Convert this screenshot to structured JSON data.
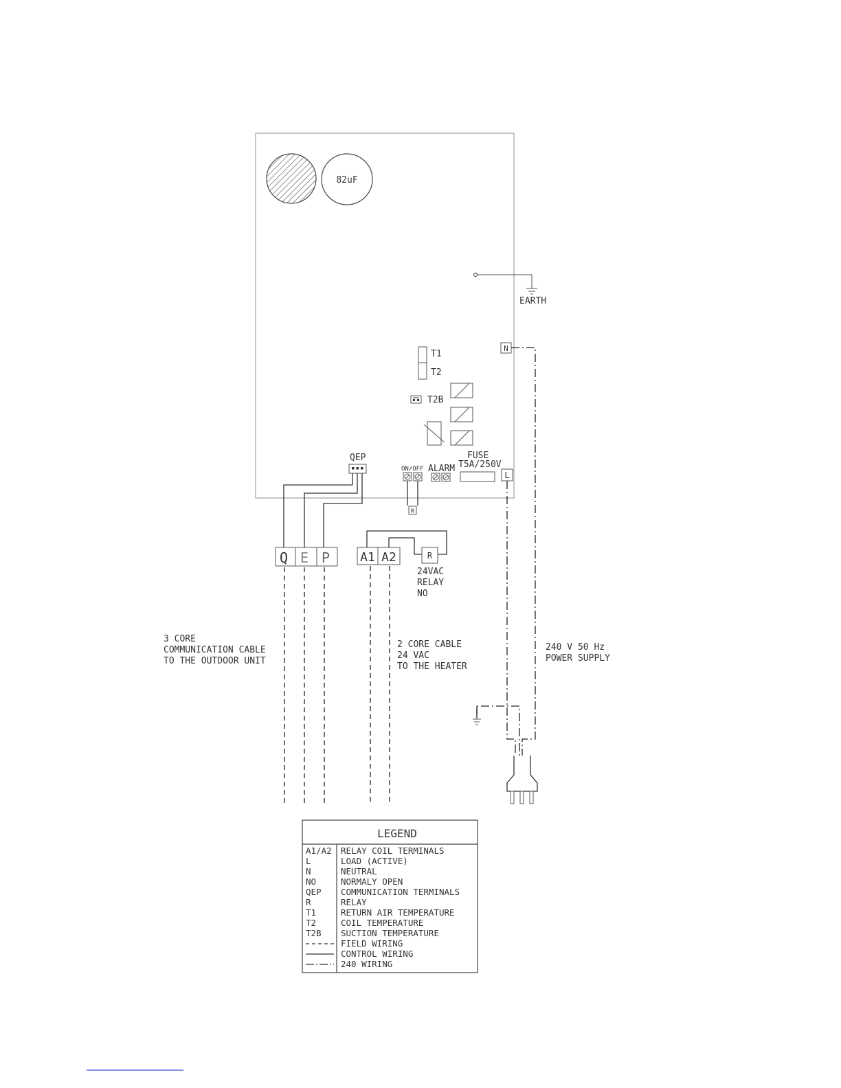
{
  "board": {
    "capacitor_label": "82uF",
    "earth_label": "EARTH",
    "terminal_n": "N",
    "terminal_l": "L",
    "t1_label": "T1",
    "t2_label": "T2",
    "t2b_label": "T2B",
    "qep_label": "QEP",
    "onoff_label": "ON/OFF",
    "alarm_label": "ALARM",
    "fuse_label": "FUSE",
    "fuse_rating": "T5A/250V",
    "relay_small_label": "R"
  },
  "terminals": {
    "qep_blocks": [
      "Q",
      "E",
      "P"
    ],
    "a_blocks": [
      "A1",
      "A2"
    ],
    "relay_label": "R",
    "relay_desc": [
      "24VAC",
      "RELAY",
      "NO"
    ]
  },
  "annotations": {
    "comm_cable": [
      "3 CORE",
      "COMMUNICATION CABLE",
      "TO THE OUTDOOR UNIT"
    ],
    "heater_cable": [
      "2 CORE CABLE",
      "24 VAC",
      "TO THE HEATER"
    ],
    "power_supply": [
      "240 V 50 Hz",
      "POWER SUPPLY"
    ]
  },
  "legend": {
    "title": "LEGEND",
    "rows": [
      {
        "key": "A1/A2",
        "desc": "RELAY COIL TERMINALS"
      },
      {
        "key": "L",
        "desc": "LOAD (ACTIVE)"
      },
      {
        "key": "N",
        "desc": "NEUTRAL"
      },
      {
        "key": "NO",
        "desc": "NORMALY OPEN"
      },
      {
        "key": "QEP",
        "desc": "COMMUNICATION TERMINALS"
      },
      {
        "key": "R",
        "desc": "RELAY"
      },
      {
        "key": "T1",
        "desc": "RETURN AIR TEMPERATURE"
      },
      {
        "key": "T2",
        "desc": "COIL TEMPERATURE"
      },
      {
        "key": "T2B",
        "desc": "SUCTION TEMPERATURE"
      },
      {
        "key": "",
        "line": "dashed",
        "desc": "FIELD WIRING"
      },
      {
        "key": "",
        "line": "solid",
        "desc": "CONTROL WIRING"
      },
      {
        "key": "",
        "line": "dashdot",
        "desc": "240  WIRING"
      }
    ]
  }
}
